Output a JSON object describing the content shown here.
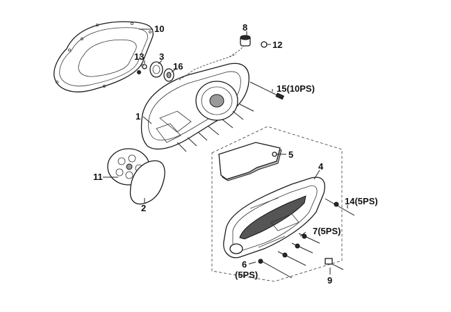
{
  "labels": {
    "p1": "1",
    "p2": "2",
    "p3": "3",
    "p4": "4",
    "p5": "5",
    "p6": "6",
    "p6q": "(5PS)",
    "p7": "7(5PS)",
    "p8": "8",
    "p9": "9",
    "p10": "10",
    "p11": "11",
    "p12": "12",
    "p13": "13",
    "p14": "14(5PS)",
    "p15": "15(10PS)",
    "p16": "16"
  }
}
